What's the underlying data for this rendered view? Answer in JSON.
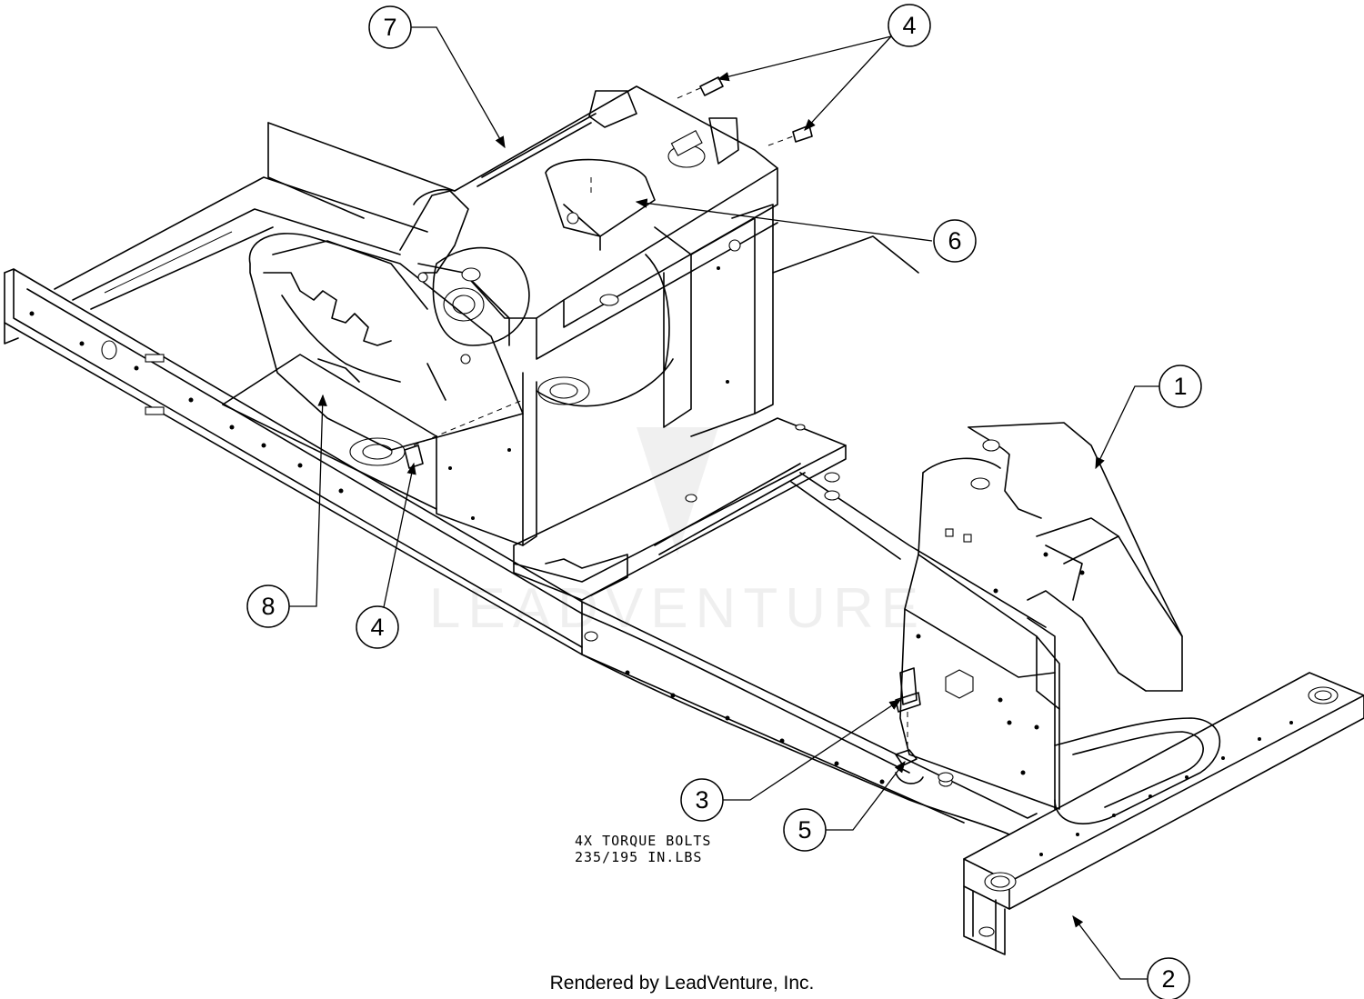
{
  "callouts": [
    {
      "id": "1",
      "label": "1"
    },
    {
      "id": "2",
      "label": "2"
    },
    {
      "id": "3",
      "label": "3"
    },
    {
      "id": "4a",
      "label": "4"
    },
    {
      "id": "4b",
      "label": "4"
    },
    {
      "id": "5",
      "label": "5"
    },
    {
      "id": "6",
      "label": "6"
    },
    {
      "id": "7",
      "label": "7"
    },
    {
      "id": "8",
      "label": "8"
    }
  ],
  "note": {
    "line1": "4X TORQUE BOLTS",
    "line2": "235/195 IN.LBS"
  },
  "footer": "Rendered by LeadVenture, Inc.",
  "watermark": "LEADVENTURE"
}
